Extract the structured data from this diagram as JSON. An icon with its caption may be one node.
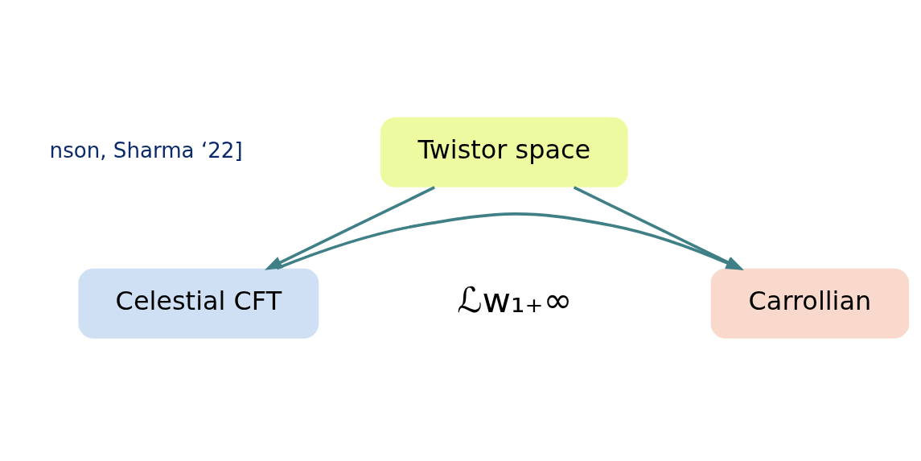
{
  "diagram": {
    "nodes": [
      {
        "text": [
          "Twistor space"
        ]
      },
      {
        "text": [
          "Celestial CFT"
        ]
      },
      {
        "text": [
          "Carrollian"
        ]
      }
    ],
    "edges": [
      {
        "from": 0,
        "to": 1,
        "arrow": "to"
      },
      {
        "from": 0,
        "to": 2,
        "arrow": "to"
      },
      {
        "from": 1,
        "to": 2,
        "arrow": "to"
      }
    ],
    "labels": [
      "nson, Sharma ‘22]",
      "ℒw₁₊∞"
    ]
  }
}
